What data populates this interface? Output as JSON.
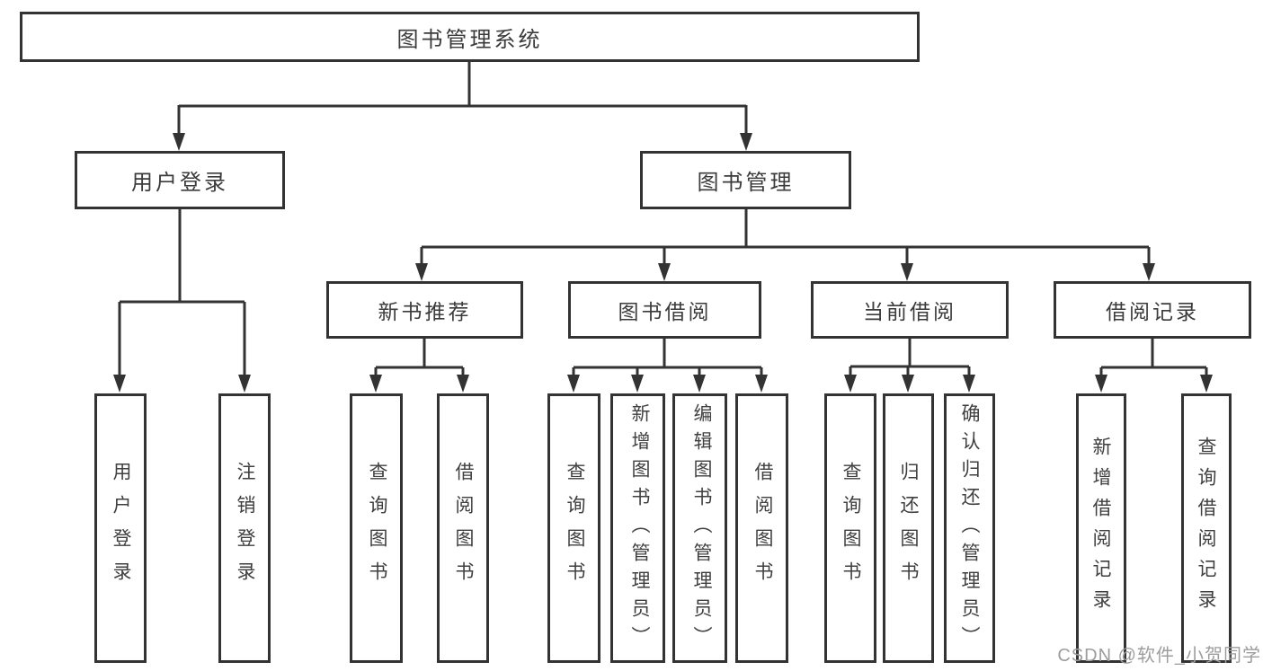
{
  "diagram": {
    "root": {
      "label": "图书管理系统"
    },
    "level2": [
      {
        "label": "用户登录"
      },
      {
        "label": "图书管理"
      }
    ],
    "level3": [
      {
        "label": "新书推荐"
      },
      {
        "label": "图书借阅"
      },
      {
        "label": "当前借阅"
      },
      {
        "label": "借阅记录"
      }
    ],
    "leaves": {
      "user_login": [
        "用户登录",
        "注销登录"
      ],
      "new_book": [
        "查询图书",
        "借阅图书"
      ],
      "book_borrow": [
        "查询图书",
        "新增图书（管理员）",
        "编辑图书（管理员）",
        "借阅图书"
      ],
      "current_borrow": [
        "查询图书",
        "归还图书",
        "确认归还（管理员）"
      ],
      "borrow_record": [
        "新增借阅记录",
        "查询借阅记录"
      ]
    },
    "line_color": "#333333"
  },
  "watermark": {
    "text": "CSDN @软件_小贺同学"
  }
}
